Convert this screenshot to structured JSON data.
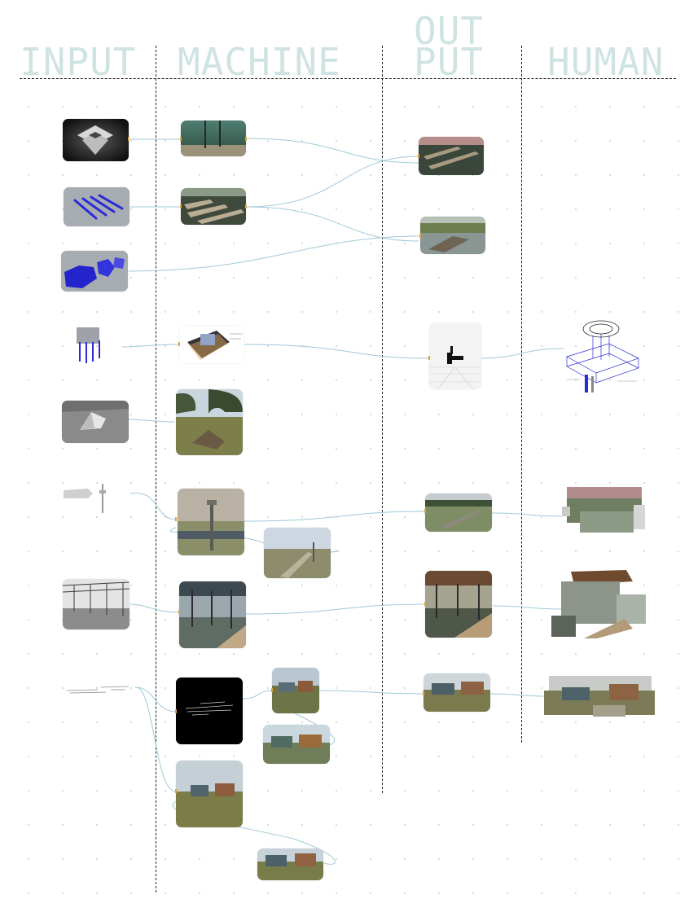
{
  "columns": {
    "input": "INPUT",
    "machine": "MACHINE",
    "output_top": "OUT",
    "output_bottom": "PUT",
    "human": "HUMAN"
  },
  "palette": {
    "header_text": "#cfe3e3",
    "divider": "#222222",
    "link": "#9fc9d8",
    "port": "#e3a33a",
    "model_blue": "#2b2bd6"
  },
  "nodes": [
    {
      "id": "in-1",
      "column": "input",
      "depicts": "modular-lattice-render"
    },
    {
      "id": "in-2",
      "column": "input",
      "depicts": "blue-rail-models"
    },
    {
      "id": "in-3",
      "column": "input",
      "depicts": "blue-block-model"
    },
    {
      "id": "in-4",
      "column": "input",
      "depicts": "blue-tower-frame"
    },
    {
      "id": "in-5",
      "column": "input",
      "depicts": "ramp-shelter-render"
    },
    {
      "id": "in-6",
      "column": "input",
      "depicts": "boat-and-pole-sketch"
    },
    {
      "id": "in-7",
      "column": "input",
      "depicts": "pavilion-wireframe"
    },
    {
      "id": "in-8",
      "column": "input",
      "depicts": "line-sketch"
    },
    {
      "id": "m-1",
      "column": "machine",
      "depicts": "underwater-pier-photo"
    },
    {
      "id": "m-2",
      "column": "machine",
      "depicts": "oyster-bed-marsh-photo"
    },
    {
      "id": "m-3",
      "column": "machine",
      "depicts": "tower-diagram-sheet"
    },
    {
      "id": "m-4",
      "column": "machine",
      "depicts": "live-oak-marsh-photo"
    },
    {
      "id": "m-5",
      "column": "machine",
      "depicts": "marsh-pole-photo"
    },
    {
      "id": "m-5b",
      "column": "machine",
      "depicts": "marsh-boardwalk-photo"
    },
    {
      "id": "m-6",
      "column": "machine",
      "depicts": "covered-boardwalk-photo"
    },
    {
      "id": "m-7",
      "column": "machine",
      "depicts": "dark-line-render"
    },
    {
      "id": "m-7b",
      "column": "machine",
      "depicts": "stacked-pavilion-photo"
    },
    {
      "id": "m-7c",
      "column": "machine",
      "depicts": "stacked-pavilion-water-photo"
    },
    {
      "id": "m-8",
      "column": "machine",
      "depicts": "stacked-pavilion-grass-photo"
    },
    {
      "id": "m-8b",
      "column": "machine",
      "depicts": "stacked-pavilion-wide-photo"
    },
    {
      "id": "o-1",
      "column": "output",
      "depicts": "oyster-rows-dusk-photo"
    },
    {
      "id": "o-2",
      "column": "output",
      "depicts": "structure-in-marsh-photo"
    },
    {
      "id": "o-3",
      "column": "output",
      "depicts": "figure-on-grid-render"
    },
    {
      "id": "o-4",
      "column": "output",
      "depicts": "marsh-dock-photo"
    },
    {
      "id": "o-5",
      "column": "output",
      "depicts": "covered-walk-photo"
    },
    {
      "id": "o-6",
      "column": "output",
      "depicts": "stacked-pavilion-output-photo"
    },
    {
      "id": "h-1",
      "column": "human",
      "depicts": "annotated-axonometric-drawing"
    },
    {
      "id": "h-2",
      "column": "human",
      "depicts": "marsh-dock-collage"
    },
    {
      "id": "h-3",
      "column": "human",
      "depicts": "covered-walk-collage"
    },
    {
      "id": "h-4",
      "column": "human",
      "depicts": "pavilion-collage"
    }
  ]
}
